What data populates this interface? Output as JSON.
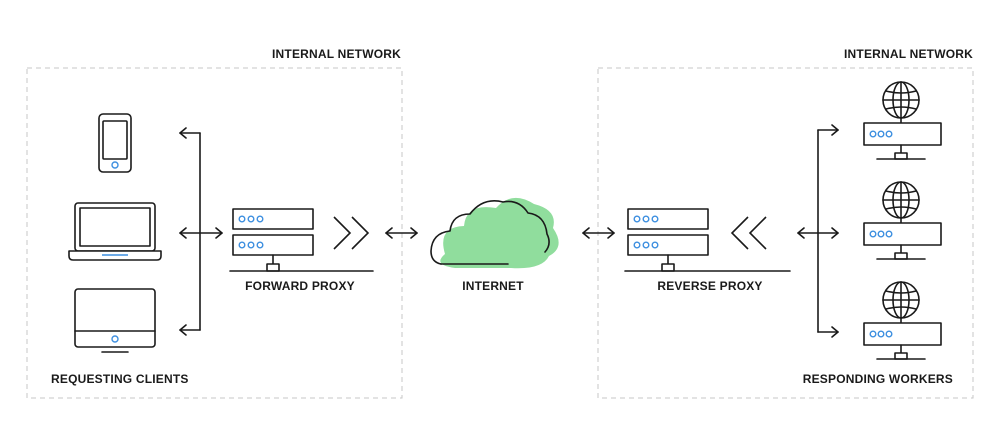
{
  "labels": {
    "internal_network_left": "INTERNAL NETWORK",
    "internal_network_right": "INTERNAL NETWORK",
    "requesting_clients": "REQUESTING CLIENTS",
    "forward_proxy": "FORWARD PROXY",
    "internet": "INTERNET",
    "reverse_proxy": "REVERSE PROXY",
    "responding_workers": "RESPONDING WORKERS"
  },
  "colors": {
    "cloud_fill": "#90dd9d",
    "cloud_outline": "#1a1a1a",
    "led": "#3d8fe0",
    "zone_border": "#c7c7c7",
    "stroke": "#1a1a1a"
  },
  "icons": {
    "clients": [
      "smartphone-icon",
      "laptop-icon",
      "desktop-monitor-icon"
    ],
    "proxy": "server-stack-icon",
    "network": "cloud-icon",
    "worker": "globe-server-icon"
  }
}
